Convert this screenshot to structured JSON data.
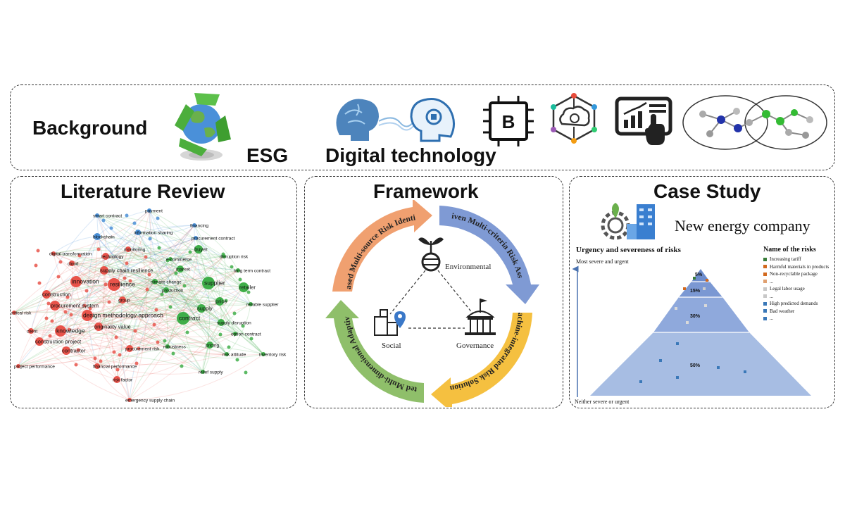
{
  "background": {
    "title": "Background",
    "esg_label": "ESG",
    "digital_label": "Digital technology"
  },
  "literature": {
    "title": "Literature Review",
    "keywords": [
      "smart contract",
      "payment",
      "financing",
      "blockchain",
      "information sharing",
      "procurement contract",
      "digital transformation",
      "monitoring",
      "buyer",
      "disruption risk",
      "cloud",
      "e-commerce",
      "market",
      "long term contract",
      "supply chain resilience",
      "innovation",
      "resilience",
      "climate change",
      "supplier",
      "retailer",
      "construction",
      "production",
      "group",
      "procurement system",
      "price",
      "reliable supplier",
      "critical risk",
      "design methodology approach",
      "supply",
      "contract",
      "originality value",
      "knowledge",
      "supply disruption",
      "client",
      "construction project",
      "option contract",
      "procurement risk",
      "robustness",
      "pricing",
      "contractor",
      "risk attitude",
      "inventory risk",
      "project performance",
      "financial performance",
      "relief supply",
      "risk factor",
      "emergency supply chain",
      "technology"
    ]
  },
  "framework": {
    "title": "Framework",
    "arc_identification": "LLM-based Multi-source Risk Identification",
    "arc_assessment": "BDA-driven Multi-criteria Risk Assessment",
    "arc_solution": "Human-machine-integrated Risk Solution Designing",
    "arc_monitoring": "MAS-integrated Multi-dimensional Adaptive Monitoring",
    "node_environmental": "Environmental",
    "node_social": "Social",
    "node_governance": "Governance",
    "colors": {
      "orange": "#f0a070",
      "blue": "#7f9ad4",
      "yellow": "#f5c040",
      "green": "#8fbf6a"
    }
  },
  "case": {
    "title": "Case Study",
    "company": "New energy company",
    "axis_title": "Urgency and severeness of risks",
    "axis_top": "Most severe and urgent",
    "axis_bottom": "Neither severe or urgent",
    "levels": [
      "5%",
      "15%",
      "30%",
      "50%"
    ],
    "legend_title": "Name of the risks",
    "legend": [
      {
        "label": "Increasing tariff",
        "color": "#3a7d3a"
      },
      {
        "label": "Harmful materials in products",
        "color": "#d2691e"
      },
      {
        "label": "Non-recyclable package",
        "color": "#d2691e"
      },
      {
        "label": "...",
        "color": "#e0a070"
      },
      {
        "label": "Legal labor usage",
        "color": "#c8c8c8"
      },
      {
        "label": "...",
        "color": "#c8c8c8"
      },
      {
        "label": "High predicted demands",
        "color": "#3a78b8"
      },
      {
        "label": "Bad weather",
        "color": "#3a78b8"
      },
      {
        "label": "...",
        "color": "#3a78b8"
      }
    ]
  }
}
